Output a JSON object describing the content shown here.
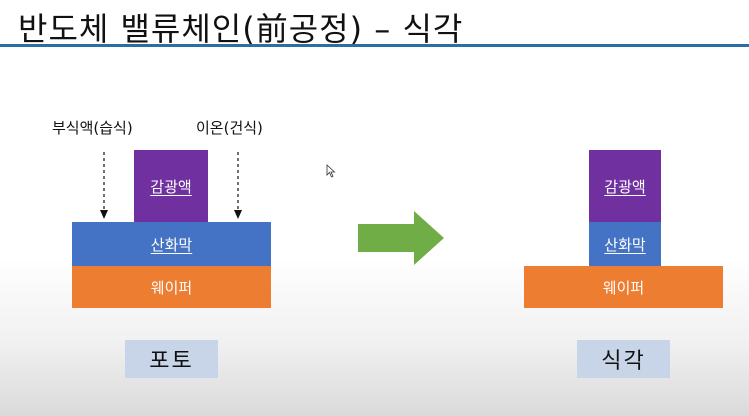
{
  "title": "반도체 밸류체인(前공정) – 식각",
  "left": {
    "wet_label": "부식액(습식)",
    "dry_label": "이온(건식)",
    "photoresist": "감광액",
    "oxide": "산화막",
    "wafer": "웨이퍼",
    "caption": "포토"
  },
  "right": {
    "photoresist": "감광액",
    "oxide": "산화막",
    "wafer": "웨이퍼",
    "caption": "식각"
  },
  "colors": {
    "photoresist": "#7030a0",
    "oxide": "#4472c4",
    "wafer": "#ed7d31",
    "arrow": "#70ad47",
    "caption_bg": "#c8d5e8",
    "title_rule": "#2b6ea6"
  },
  "icons": {
    "process_arrow": "right-arrow-icon",
    "dashed_arrows": "arrow-down-icon"
  }
}
